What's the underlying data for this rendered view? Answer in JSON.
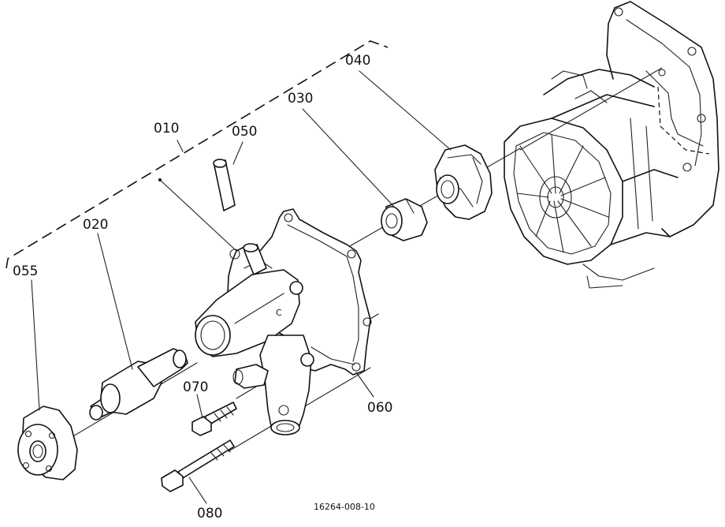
{
  "diagram": {
    "labels": {
      "p010": "010",
      "p020": "020",
      "p030": "030",
      "p040": "040",
      "p050": "050",
      "p055": "055",
      "p060": "060",
      "p070": "070",
      "p080": "080"
    },
    "reference": "16264-008-10"
  }
}
